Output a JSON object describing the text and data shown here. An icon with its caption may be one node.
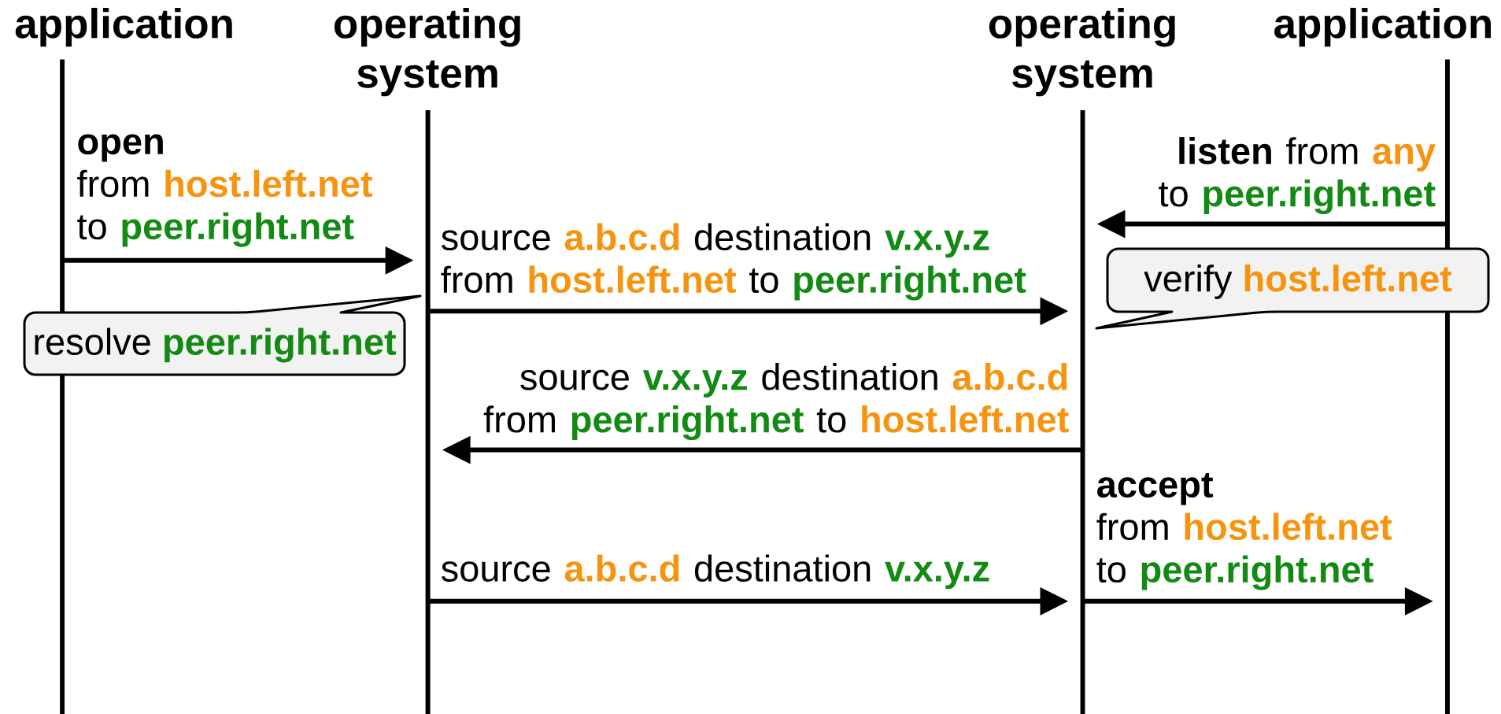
{
  "diagram": {
    "nodes": [
      {
        "text": [
          "application"
        ]
      },
      {
        "text": [
          "operating system"
        ]
      },
      {
        "text": [
          "operating system"
        ]
      },
      {
        "text": [
          "application"
        ]
      },
      {
        "text": [
          "verify **host.left.net**"
        ]
      },
      {
        "text": [
          "resolve **peer.right.net**"
        ]
      }
    ],
    "edges": [
      {
        "from": 0,
        "to": 1,
        "arrow": "to",
        "label": "**open** from **host.left.net** to **peer.right.net**"
      },
      {
        "from": 3,
        "to": 2,
        "arrow": "to",
        "label": "**listen** from **any** to **peer.right.net**"
      },
      {
        "from": 1,
        "to": 2,
        "arrow": "to",
        "label": "source **a.b.c.d** destination **v.x.y.z** from **host.left.net** to **peer.right.net**"
      },
      {
        "from": 2,
        "to": 1,
        "arrow": "to",
        "label": "source **v.x.y.z** destination **a.b.c.d** from **peer.right.net** to **host.left.net**"
      },
      {
        "from": 2,
        "to": 3,
        "arrow": "to",
        "label": "**accept** from **host.left.net** to **peer.right.net**"
      },
      {
        "from": 1,
        "to": 2,
        "arrow": "to",
        "label": "source **a.b.c.d** destination **v.x.y.z**"
      }
    ]
  }
}
